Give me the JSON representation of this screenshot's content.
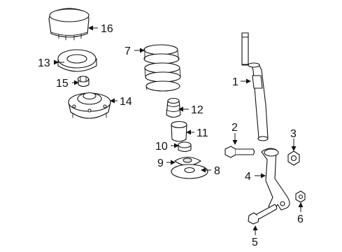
{
  "callouts": {
    "c1": "1",
    "c2": "2",
    "c3": "3",
    "c4": "4",
    "c5": "5",
    "c6": "6",
    "c7": "7",
    "c8": "8",
    "c9": "9",
    "c10": "10",
    "c11": "11",
    "c12": "12",
    "c13": "13",
    "c14": "14",
    "c15": "15",
    "c16": "16"
  },
  "parts": [
    {
      "callout": "1",
      "name": "strut-shock-absorber"
    },
    {
      "callout": "2",
      "name": "bolt"
    },
    {
      "callout": "3",
      "name": "nut"
    },
    {
      "callout": "4",
      "name": "fork-bracket"
    },
    {
      "callout": "5",
      "name": "bolt"
    },
    {
      "callout": "6",
      "name": "nut"
    },
    {
      "callout": "7",
      "name": "coil-spring"
    },
    {
      "callout": "8",
      "name": "spring-seat"
    },
    {
      "callout": "9",
      "name": "insulator"
    },
    {
      "callout": "10",
      "name": "bumper"
    },
    {
      "callout": "11",
      "name": "dust-boot"
    },
    {
      "callout": "12",
      "name": "jounce-bumper"
    },
    {
      "callout": "13",
      "name": "upper-insulator"
    },
    {
      "callout": "14",
      "name": "strut-mount"
    },
    {
      "callout": "15",
      "name": "nut"
    },
    {
      "callout": "16",
      "name": "mount-cover"
    }
  ]
}
